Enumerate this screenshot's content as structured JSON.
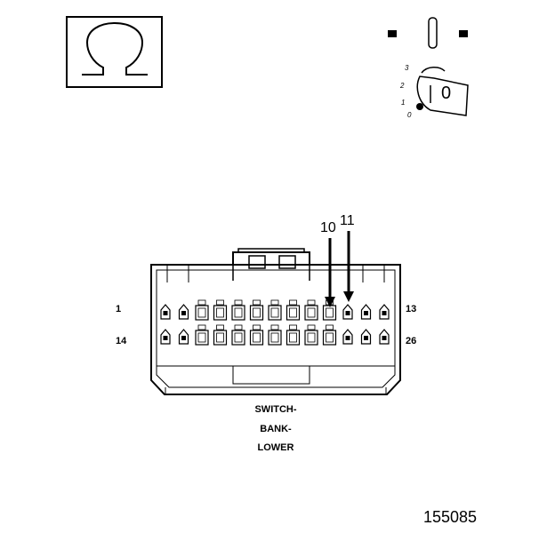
{
  "meter_symbol": "ohm-icon",
  "ignition": {
    "positions": [
      "3",
      "2",
      "1",
      "0"
    ],
    "key_label": "0",
    "selected_position": "0"
  },
  "connector": {
    "name_lines": [
      "SWITCH-",
      "BANK-",
      "LOWER"
    ],
    "pin_labels": {
      "top_left": "1",
      "top_right": "13",
      "bottom_left": "14",
      "bottom_right": "26"
    },
    "probe_pins": [
      "10",
      "11"
    ]
  },
  "figure_id": "155085"
}
